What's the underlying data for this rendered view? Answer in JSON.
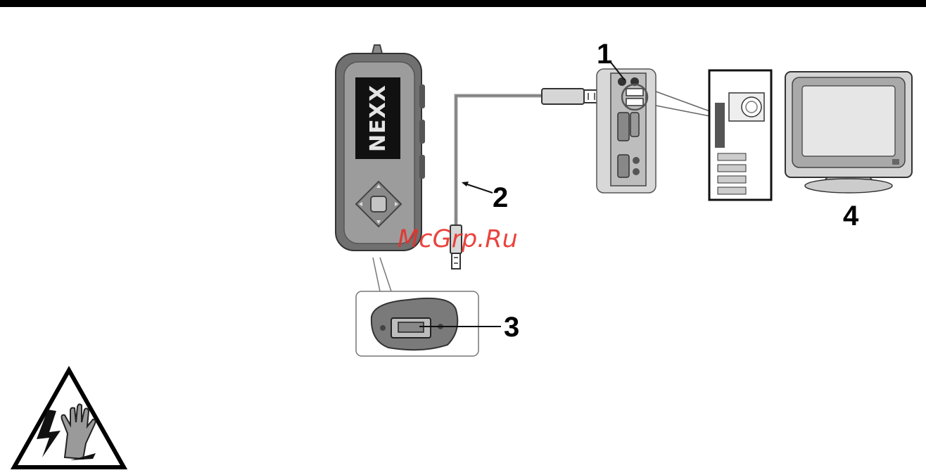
{
  "brand": "NEXX",
  "watermark": "McGrp.Ru",
  "callouts": {
    "usb_port": "1",
    "usb_cable": "2",
    "device_usb_connector": "3",
    "computer": "4"
  }
}
